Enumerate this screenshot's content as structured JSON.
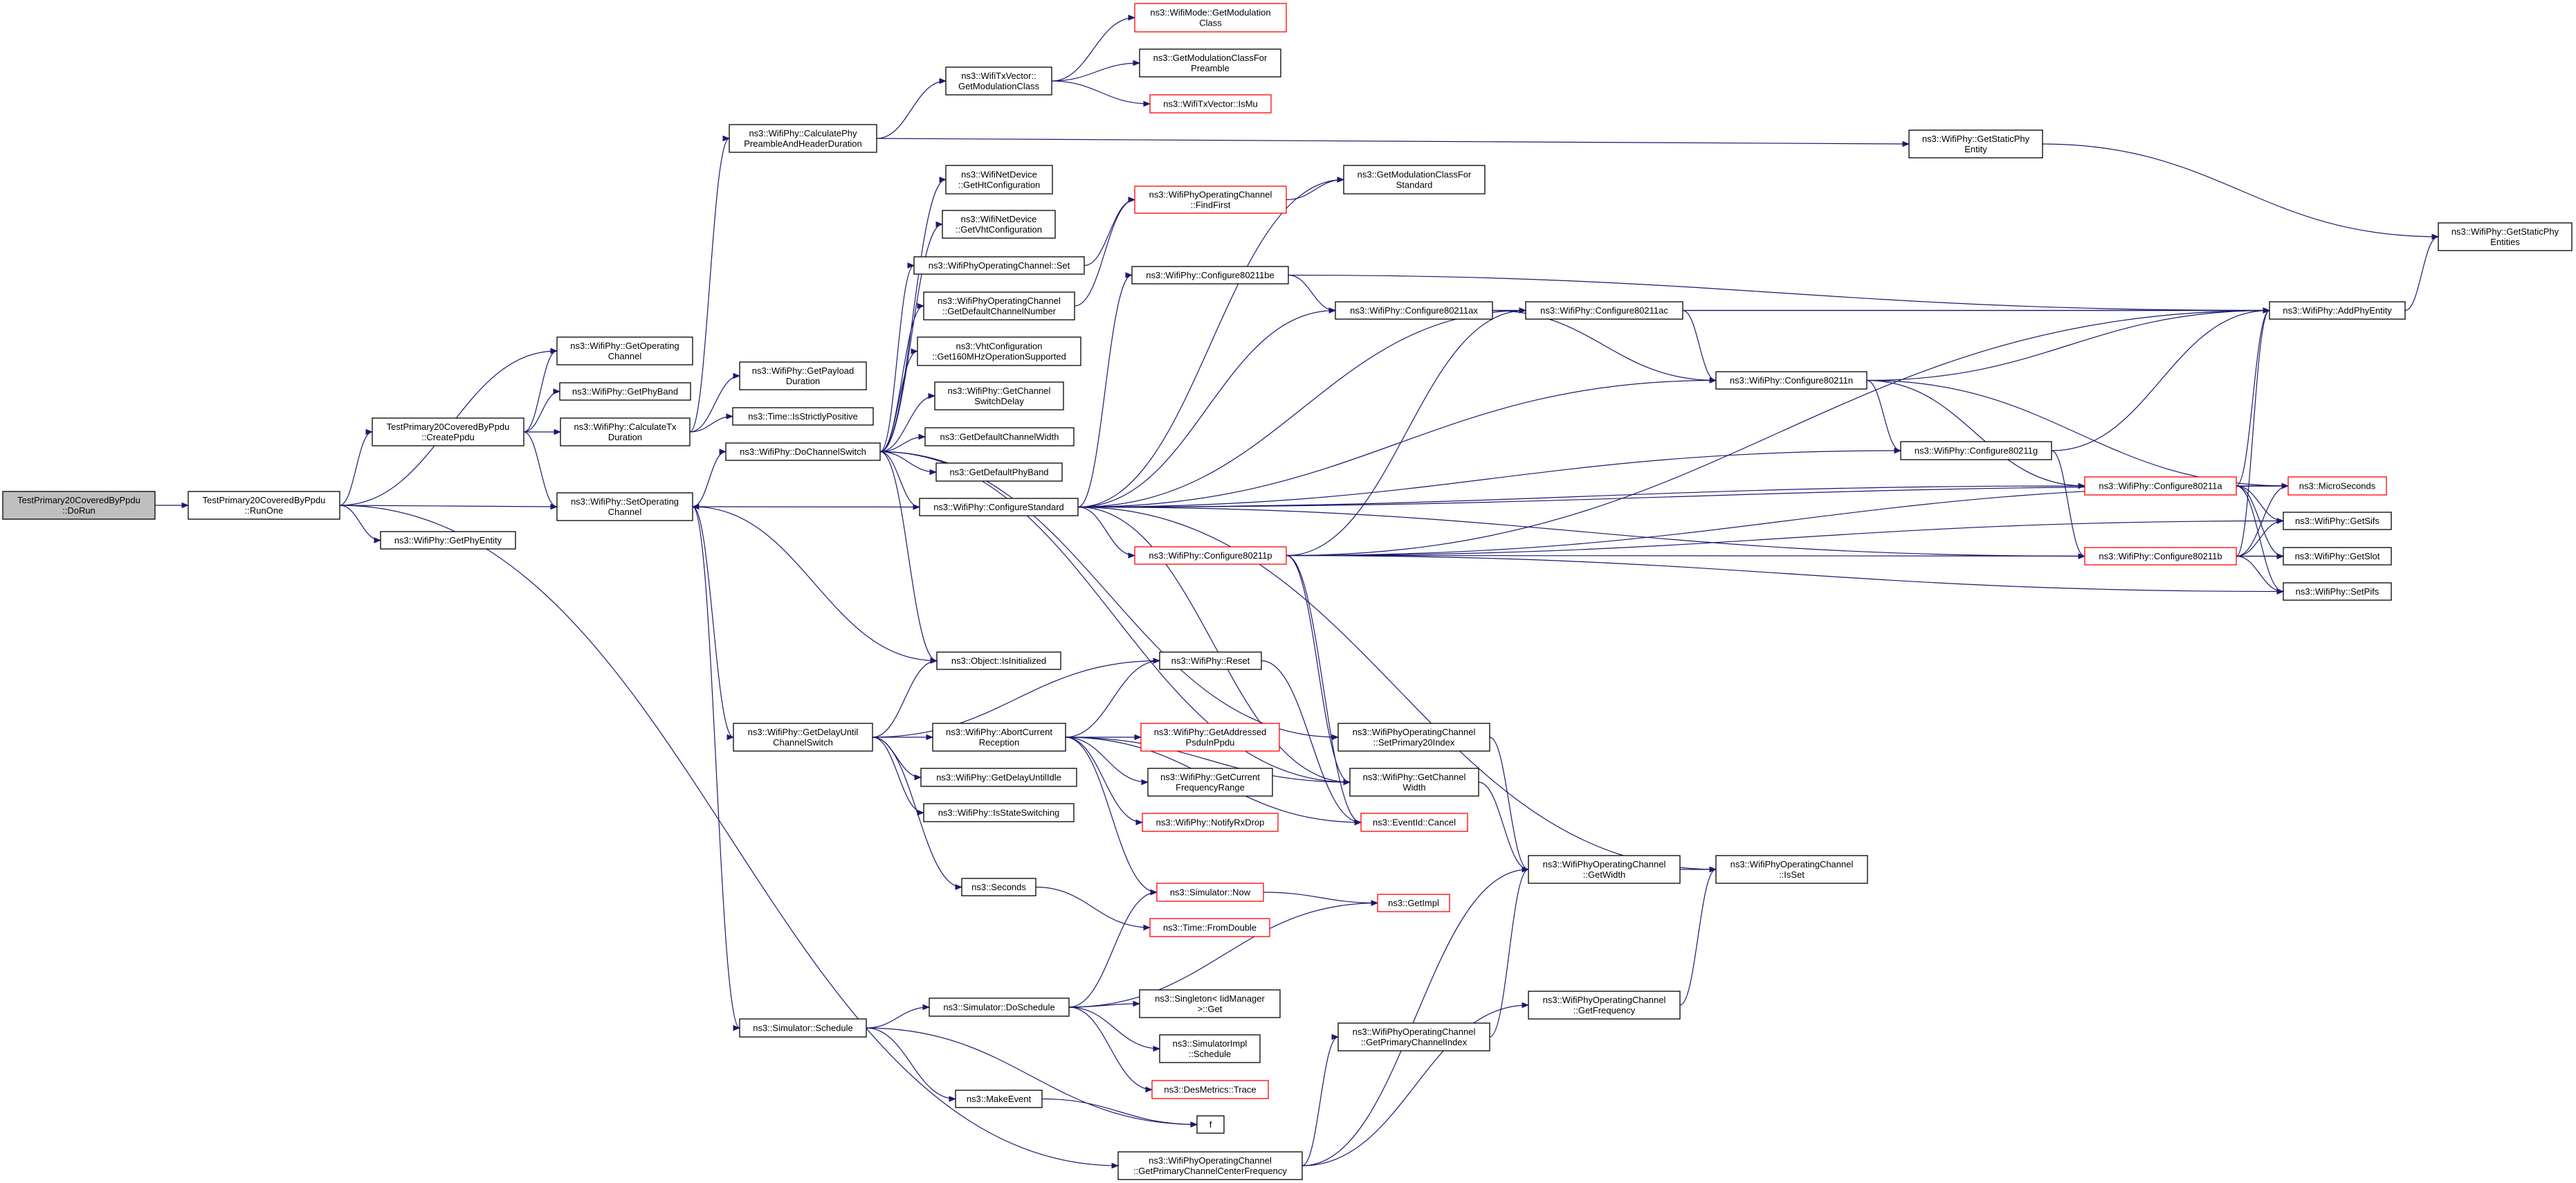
{
  "colors": {
    "edge": "#191970",
    "root_fill": "#bfbfbf",
    "undocumented_border": "#ff0000",
    "border": "#000000"
  },
  "nodes": [
    {
      "id": "dorun",
      "lines": [
        "TestPrimary20CoveredByPpdu",
        "::DoRun"
      ],
      "kind": "root"
    },
    {
      "id": "runone",
      "lines": [
        "TestPrimary20CoveredByPpdu",
        "::RunOne"
      ]
    },
    {
      "id": "createppdu",
      "lines": [
        "TestPrimary20CoveredByPpdu",
        "::CreatePpdu"
      ]
    },
    {
      "id": "getopch",
      "lines": [
        "ns3::WifiPhy::GetOperating",
        "Channel"
      ]
    },
    {
      "id": "getphyband",
      "lines": [
        "ns3::WifiPhy::GetPhyBand"
      ]
    },
    {
      "id": "calctx",
      "lines": [
        "ns3::WifiPhy::CalculateTx",
        "Duration"
      ]
    },
    {
      "id": "getphyentity",
      "lines": [
        "ns3::WifiPhy::GetPhyEntity"
      ]
    },
    {
      "id": "setopch",
      "lines": [
        "ns3::WifiPhy::SetOperating",
        "Channel"
      ]
    },
    {
      "id": "calcpre",
      "lines": [
        "ns3::WifiPhy::CalculatePhy",
        "PreambleAndHeaderDuration"
      ]
    },
    {
      "id": "getpayload",
      "lines": [
        "ns3::WifiPhy::GetPayload",
        "Duration"
      ]
    },
    {
      "id": "strictpos",
      "lines": [
        "ns3::Time::IsStrictlyPositive"
      ]
    },
    {
      "id": "dochsw",
      "lines": [
        "ns3::WifiPhy::DoChannelSwitch"
      ]
    },
    {
      "id": "modegetmod",
      "lines": [
        "ns3::WifiMode::GetModulation",
        "Class"
      ],
      "kind": "red"
    },
    {
      "id": "modpreamble",
      "lines": [
        "ns3::GetModulationClassFor",
        "Preamble"
      ]
    },
    {
      "id": "ismu",
      "lines": [
        "ns3::WifiTxVector::IsMu"
      ],
      "kind": "red"
    },
    {
      "id": "txvgetmod",
      "lines": [
        "ns3::WifiTxVector::",
        "GetModulationClass"
      ]
    },
    {
      "id": "htconf",
      "lines": [
        "ns3::WifiNetDevice",
        "::GetHtConfiguration"
      ]
    },
    {
      "id": "vhtconf",
      "lines": [
        "ns3::WifiNetDevice",
        "::GetVhtConfiguration"
      ]
    },
    {
      "id": "opchset",
      "lines": [
        "ns3::WifiPhyOperatingChannel::Set"
      ]
    },
    {
      "id": "defchnum",
      "lines": [
        "ns3::WifiPhyOperatingChannel",
        "::GetDefaultChannelNumber"
      ]
    },
    {
      "id": "get160",
      "lines": [
        "ns3::VhtConfiguration",
        "::Get160MHzOperationSupported"
      ]
    },
    {
      "id": "swdelay",
      "lines": [
        "ns3::WifiPhy::GetChannel",
        "SwitchDelay"
      ]
    },
    {
      "id": "defchwidth",
      "lines": [
        "ns3::GetDefaultChannelWidth"
      ]
    },
    {
      "id": "defphyband",
      "lines": [
        "ns3::GetDefaultPhyBand"
      ]
    },
    {
      "id": "confstd",
      "lines": [
        "ns3::WifiPhy::ConfigureStandard"
      ]
    },
    {
      "id": "findfirst",
      "lines": [
        "ns3::WifiPhyOperatingChannel",
        "::FindFirst"
      ],
      "kind": "red"
    },
    {
      "id": "modstd",
      "lines": [
        "ns3::GetModulationClassFor",
        "Standard"
      ]
    },
    {
      "id": "c11be",
      "lines": [
        "ns3::WifiPhy::Configure80211be"
      ]
    },
    {
      "id": "c11ax",
      "lines": [
        "ns3::WifiPhy::Configure80211ax"
      ]
    },
    {
      "id": "c11ac",
      "lines": [
        "ns3::WifiPhy::Configure80211ac"
      ]
    },
    {
      "id": "c11p",
      "lines": [
        "ns3::WifiPhy::Configure80211p"
      ],
      "kind": "red"
    },
    {
      "id": "staticent",
      "lines": [
        "ns3::WifiPhy::GetStaticPhy",
        "Entity"
      ]
    },
    {
      "id": "staticents",
      "lines": [
        "ns3::WifiPhy::GetStaticPhy",
        "Entities"
      ]
    },
    {
      "id": "addphy",
      "lines": [
        "ns3::WifiPhy::AddPhyEntity"
      ]
    },
    {
      "id": "c11n",
      "lines": [
        "ns3::WifiPhy::Configure80211n"
      ]
    },
    {
      "id": "c11g",
      "lines": [
        "ns3::WifiPhy::Configure80211g"
      ]
    },
    {
      "id": "c11a",
      "lines": [
        "ns3::WifiPhy::Configure80211a"
      ],
      "kind": "red"
    },
    {
      "id": "micro",
      "lines": [
        "ns3::MicroSeconds"
      ],
      "kind": "red"
    },
    {
      "id": "getsifs",
      "lines": [
        "ns3::WifiPhy::GetSifs"
      ]
    },
    {
      "id": "c11b",
      "lines": [
        "ns3::WifiPhy::Configure80211b"
      ],
      "kind": "red"
    },
    {
      "id": "getslot",
      "lines": [
        "ns3::WifiPhy::GetSlot"
      ]
    },
    {
      "id": "setpifs",
      "lines": [
        "ns3::WifiPhy::SetPifs"
      ]
    },
    {
      "id": "isinit",
      "lines": [
        "ns3::Object::IsInitialized"
      ]
    },
    {
      "id": "reset",
      "lines": [
        "ns3::WifiPhy::Reset"
      ]
    },
    {
      "id": "delaysw",
      "lines": [
        "ns3::WifiPhy::GetDelayUntil",
        "ChannelSwitch"
      ]
    },
    {
      "id": "abort",
      "lines": [
        "ns3::WifiPhy::AbortCurrent",
        "Reception"
      ]
    },
    {
      "id": "addrpsdu",
      "lines": [
        "ns3::WifiPhy::GetAddressed",
        "PsduInPpdu"
      ],
      "kind": "red"
    },
    {
      "id": "delayidle",
      "lines": [
        "ns3::WifiPhy::GetDelayUntilIdle"
      ]
    },
    {
      "id": "curfreq",
      "lines": [
        "ns3::WifiPhy::GetCurrent",
        "FrequencyRange"
      ]
    },
    {
      "id": "stsw",
      "lines": [
        "ns3::WifiPhy::IsStateSwitching"
      ]
    },
    {
      "id": "rxdrop",
      "lines": [
        "ns3::WifiPhy::NotifyRxDrop"
      ],
      "kind": "red"
    },
    {
      "id": "setp20",
      "lines": [
        "ns3::WifiPhyOperatingChannel",
        "::SetPrimary20Index"
      ]
    },
    {
      "id": "chwidth",
      "lines": [
        "ns3::WifiPhy::GetChannel",
        "Width"
      ]
    },
    {
      "id": "cancel",
      "lines": [
        "ns3::EventId::Cancel"
      ],
      "kind": "red"
    },
    {
      "id": "seconds",
      "lines": [
        "ns3::Seconds"
      ]
    },
    {
      "id": "now",
      "lines": [
        "ns3::Simulator::Now"
      ],
      "kind": "red"
    },
    {
      "id": "fromdouble",
      "lines": [
        "ns3::Time::FromDouble"
      ],
      "kind": "red"
    },
    {
      "id": "getimpl",
      "lines": [
        "ns3::GetImpl"
      ],
      "kind": "red"
    },
    {
      "id": "dosched",
      "lines": [
        "ns3::Simulator::DoSchedule"
      ]
    },
    {
      "id": "singleton",
      "lines": [
        "ns3::Singleton< IidManager",
        ">::Get"
      ]
    },
    {
      "id": "simimpl",
      "lines": [
        "ns3::SimulatorImpl",
        "::Schedule"
      ]
    },
    {
      "id": "trace",
      "lines": [
        "ns3::DesMetrics::Trace"
      ],
      "kind": "red"
    },
    {
      "id": "sched",
      "lines": [
        "ns3::Simulator::Schedule"
      ]
    },
    {
      "id": "makeevent",
      "lines": [
        "ns3::MakeEvent"
      ]
    },
    {
      "id": "f",
      "lines": [
        "f"
      ]
    },
    {
      "id": "centerfreq",
      "lines": [
        "ns3::WifiPhyOperatingChannel",
        "::GetPrimaryChannelCenterFrequency"
      ]
    },
    {
      "id": "getwidth",
      "lines": [
        "ns3::WifiPhyOperatingChannel",
        "::GetWidth"
      ]
    },
    {
      "id": "isset",
      "lines": [
        "ns3::WifiPhyOperatingChannel",
        "::IsSet"
      ]
    },
    {
      "id": "getfreq",
      "lines": [
        "ns3::WifiPhyOperatingChannel",
        "::GetFrequency"
      ]
    },
    {
      "id": "primidx",
      "lines": [
        "ns3::WifiPhyOperatingChannel",
        "::GetPrimaryChannelIndex"
      ]
    }
  ],
  "edges": [
    [
      "dorun",
      "runone"
    ],
    [
      "runone",
      "createppdu"
    ],
    [
      "runone",
      "getopch"
    ],
    [
      "runone",
      "setopch"
    ],
    [
      "runone",
      "getphyentity"
    ],
    [
      "runone",
      "centerfreq"
    ],
    [
      "createppdu",
      "getopch"
    ],
    [
      "createppdu",
      "getphyband"
    ],
    [
      "createppdu",
      "calctx"
    ],
    [
      "createppdu",
      "setopch"
    ],
    [
      "calctx",
      "getpayload"
    ],
    [
      "calctx",
      "strictpos"
    ],
    [
      "calctx",
      "calcpre"
    ],
    [
      "calcpre",
      "txvgetmod"
    ],
    [
      "calcpre",
      "staticent"
    ],
    [
      "txvgetmod",
      "modegetmod"
    ],
    [
      "txvgetmod",
      "modpreamble"
    ],
    [
      "txvgetmod",
      "ismu"
    ],
    [
      "staticent",
      "staticents"
    ],
    [
      "addphy",
      "staticents"
    ],
    [
      "setopch",
      "dochsw"
    ],
    [
      "setopch",
      "delaysw"
    ],
    [
      "setopch",
      "isinit"
    ],
    [
      "setopch",
      "sched"
    ],
    [
      "dochsw",
      "htconf"
    ],
    [
      "dochsw",
      "vhtconf"
    ],
    [
      "dochsw",
      "opchset"
    ],
    [
      "dochsw",
      "defchnum"
    ],
    [
      "dochsw",
      "get160"
    ],
    [
      "dochsw",
      "swdelay"
    ],
    [
      "dochsw",
      "defchwidth"
    ],
    [
      "dochsw",
      "defphyband"
    ],
    [
      "dochsw",
      "confstd"
    ],
    [
      "dochsw",
      "isinit"
    ],
    [
      "dochsw",
      "setp20"
    ],
    [
      "dochsw",
      "chwidth"
    ],
    [
      "opchset",
      "findfirst"
    ],
    [
      "defchnum",
      "findfirst"
    ],
    [
      "findfirst",
      "modstd"
    ],
    [
      "confstd",
      "setopch"
    ],
    [
      "confstd",
      "c11be"
    ],
    [
      "confstd",
      "c11ax"
    ],
    [
      "confstd",
      "c11ac"
    ],
    [
      "confstd",
      "c11n"
    ],
    [
      "confstd",
      "c11g"
    ],
    [
      "confstd",
      "c11a"
    ],
    [
      "confstd",
      "c11b"
    ],
    [
      "confstd",
      "c11p"
    ],
    [
      "confstd",
      "modstd"
    ],
    [
      "confstd",
      "micro"
    ],
    [
      "confstd",
      "chwidth"
    ],
    [
      "confstd",
      "isset"
    ],
    [
      "c11be",
      "addphy"
    ],
    [
      "c11be",
      "c11ax"
    ],
    [
      "c11ax",
      "c11ac"
    ],
    [
      "c11ax",
      "c11n"
    ],
    [
      "c11ax",
      "addphy"
    ],
    [
      "c11ac",
      "c11n"
    ],
    [
      "c11ac",
      "addphy"
    ],
    [
      "c11n",
      "addphy"
    ],
    [
      "c11n",
      "c11g"
    ],
    [
      "c11n",
      "c11a"
    ],
    [
      "c11n",
      "micro"
    ],
    [
      "c11g",
      "addphy"
    ],
    [
      "c11g",
      "c11b"
    ],
    [
      "c11a",
      "addphy"
    ],
    [
      "c11a",
      "micro"
    ],
    [
      "c11a",
      "getsifs"
    ],
    [
      "c11a",
      "getslot"
    ],
    [
      "c11a",
      "setpifs"
    ],
    [
      "c11b",
      "addphy"
    ],
    [
      "c11b",
      "micro"
    ],
    [
      "c11b",
      "getsifs"
    ],
    [
      "c11b",
      "getslot"
    ],
    [
      "c11b",
      "setpifs"
    ],
    [
      "c11p",
      "c11ac"
    ],
    [
      "c11p",
      "addphy"
    ],
    [
      "c11p",
      "micro"
    ],
    [
      "c11p",
      "getsifs"
    ],
    [
      "c11p",
      "getslot"
    ],
    [
      "c11p",
      "setpifs"
    ],
    [
      "c11p",
      "chwidth"
    ],
    [
      "c11p",
      "cancel"
    ],
    [
      "delaysw",
      "isinit"
    ],
    [
      "delaysw",
      "reset"
    ],
    [
      "delaysw",
      "abort"
    ],
    [
      "delaysw",
      "delayidle"
    ],
    [
      "delaysw",
      "stsw"
    ],
    [
      "delaysw",
      "seconds"
    ],
    [
      "abort",
      "reset"
    ],
    [
      "abort",
      "addrpsdu"
    ],
    [
      "abort",
      "curfreq"
    ],
    [
      "abort",
      "rxdrop"
    ],
    [
      "abort",
      "now"
    ],
    [
      "abort",
      "chwidth"
    ],
    [
      "abort",
      "cancel"
    ],
    [
      "reset",
      "cancel"
    ],
    [
      "setp20",
      "getwidth"
    ],
    [
      "chwidth",
      "getwidth"
    ],
    [
      "getwidth",
      "isset"
    ],
    [
      "getfreq",
      "isset"
    ],
    [
      "seconds",
      "fromdouble"
    ],
    [
      "now",
      "getimpl"
    ],
    [
      "dosched",
      "now"
    ],
    [
      "dosched",
      "getimpl"
    ],
    [
      "dosched",
      "singleton"
    ],
    [
      "dosched",
      "simimpl"
    ],
    [
      "dosched",
      "trace"
    ],
    [
      "sched",
      "dosched"
    ],
    [
      "sched",
      "makeevent"
    ],
    [
      "sched",
      "f"
    ],
    [
      "makeevent",
      "f"
    ],
    [
      "centerfreq",
      "getwidth"
    ],
    [
      "centerfreq",
      "primidx"
    ],
    [
      "centerfreq",
      "getfreq"
    ],
    [
      "primidx",
      "getwidth"
    ]
  ]
}
